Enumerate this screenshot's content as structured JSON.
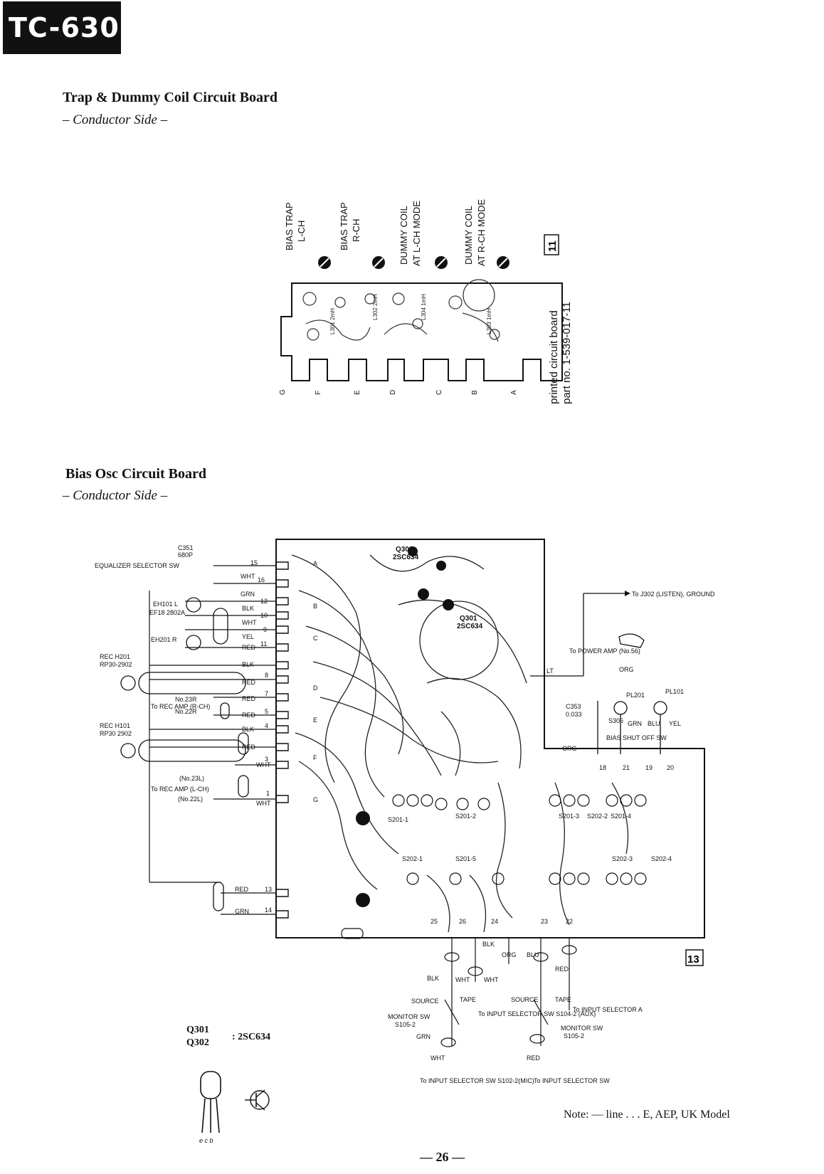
{
  "header": {
    "model": "TC-630"
  },
  "trap_board": {
    "title": "Trap & Dummy Coil Circuit Board",
    "subtitle": "– Conductor Side –",
    "adjustments": [
      {
        "line1": "BIAS TRAP",
        "line2": "L-CH"
      },
      {
        "line1": "BIAS TRAP",
        "line2": "R-CH"
      },
      {
        "line1": "DUMMY COIL",
        "line2": "AT L-CH MODE"
      },
      {
        "line1": "DUMMY COIL",
        "line2": "AT R-CH MODE"
      }
    ],
    "ref_number": "11",
    "part_note_line1": "printed circuit board",
    "part_note_line2": "part no. 1-539-017-11",
    "terminals": [
      "G",
      "F",
      "E",
      "D",
      "C",
      "B",
      "A"
    ],
    "components": [
      "L301 2mH",
      "L302 2mH",
      "L304 1mH",
      "L303 1mH"
    ]
  },
  "bias_board": {
    "title": "Bias Osc Circuit Board",
    "subtitle": "– Conductor Side –",
    "ref_number": "13",
    "left_labels": {
      "equalizer": "EQUALIZER SELECTOR SW",
      "c351": "C351",
      "c351_val": "680P",
      "eh_l": "EH101 L",
      "eh_part": "EF18 2802A",
      "eh_r": "EH201 R",
      "rec_h201": "REC H201",
      "rec_h201_part": "RP30-2902",
      "to_rec_amp_r": "To REC AMP (R-CH)",
      "no23r": "No.23R",
      "no22r": "No.22R",
      "rec_h101": "REC H101",
      "rec_h101_part": "RP30 2902",
      "to_rec_amp_l": "To REC AMP (L-CH)",
      "no23l": "(No.23L)",
      "no22l": "(No.22L)"
    },
    "wires": [
      {
        "color": "WHT",
        "pin": "15"
      },
      {
        "color": "GRN",
        "pin": "16"
      },
      {
        "color": "BLK",
        "pin": "12"
      },
      {
        "color": "WHT",
        "pin": "10"
      },
      {
        "color": "YEL",
        "pin": "9"
      },
      {
        "color": "RED",
        "pin": "11"
      },
      {
        "color": "BLK",
        "pin": ""
      },
      {
        "color": "RED",
        "pin": "8"
      },
      {
        "color": "RED",
        "pin": "7"
      },
      {
        "color": "RED",
        "pin": "5"
      },
      {
        "color": "BLK",
        "pin": "4"
      },
      {
        "color": "RED",
        "pin": ""
      },
      {
        "color": "WHT",
        "pin": "3"
      },
      {
        "color": "WHT",
        "pin": "1"
      },
      {
        "color": "RED",
        "pin": "13"
      },
      {
        "color": "GRN",
        "pin": "14"
      }
    ],
    "transistors": [
      {
        "ref": "Q302",
        "type": "2SC634"
      },
      {
        "ref": "Q301",
        "type": "2SC634"
      }
    ],
    "right_labels": {
      "to_j302": "To J302 (LISTEN), GROUND",
      "to_power_amp": "To POWER AMP (No.56)",
      "org": "ORG",
      "c353": "C353",
      "c353_val": "0.033",
      "s306": "S306",
      "bias_shut_off": "BIAS SHUT OFF SW",
      "grn": "GRN",
      "blu": "BLU",
      "yel": "YEL",
      "pl201": "PL201",
      "pl101": "PL101",
      "pins": [
        "18",
        "21",
        "19",
        "20"
      ],
      "lt": "LT"
    },
    "switch_labels": [
      "S201-1",
      "S201-2",
      "S201-3",
      "S201-4",
      "S201-5",
      "S202-1",
      "S202-2",
      "S202-3",
      "S202-4"
    ],
    "bottom_labels": {
      "pins": [
        "25",
        "26",
        "24",
        "23",
        "22"
      ],
      "blk": "BLK",
      "wht": "WHT",
      "wht2": "WHT",
      "org": "ORG",
      "blu": "BLU",
      "red": "RED",
      "source": "SOURCE",
      "tape": "TAPE",
      "monitor_sw": "MONITOR SW",
      "monitor_sw_ref": "S105-2",
      "to_input_sel_aux": "To INPUT SELECTOR SW S104-2 (AUX)",
      "source2": "SOURCE",
      "tape2": "TAPE",
      "to_input_sel_a": "To INPUT SELECTOR A",
      "monitor_sw2": "MONITOR SW",
      "monitor_sw2_ref": "S105-2",
      "grn": "GRN",
      "wht3": "WHT",
      "red2": "RED",
      "to_input_sel_mic": "To INPUT SELECTOR SW S102-2(MIC)",
      "to_input_sel_2": "To INPUT SELECTOR SW"
    }
  },
  "legend": {
    "q301": "Q301",
    "q302": "Q302",
    "q_type": ": 2SC634",
    "note": "Note: — line . . . E, AEP, UK Model",
    "pins": "e c b"
  },
  "footer": {
    "page": "— 26 —"
  }
}
